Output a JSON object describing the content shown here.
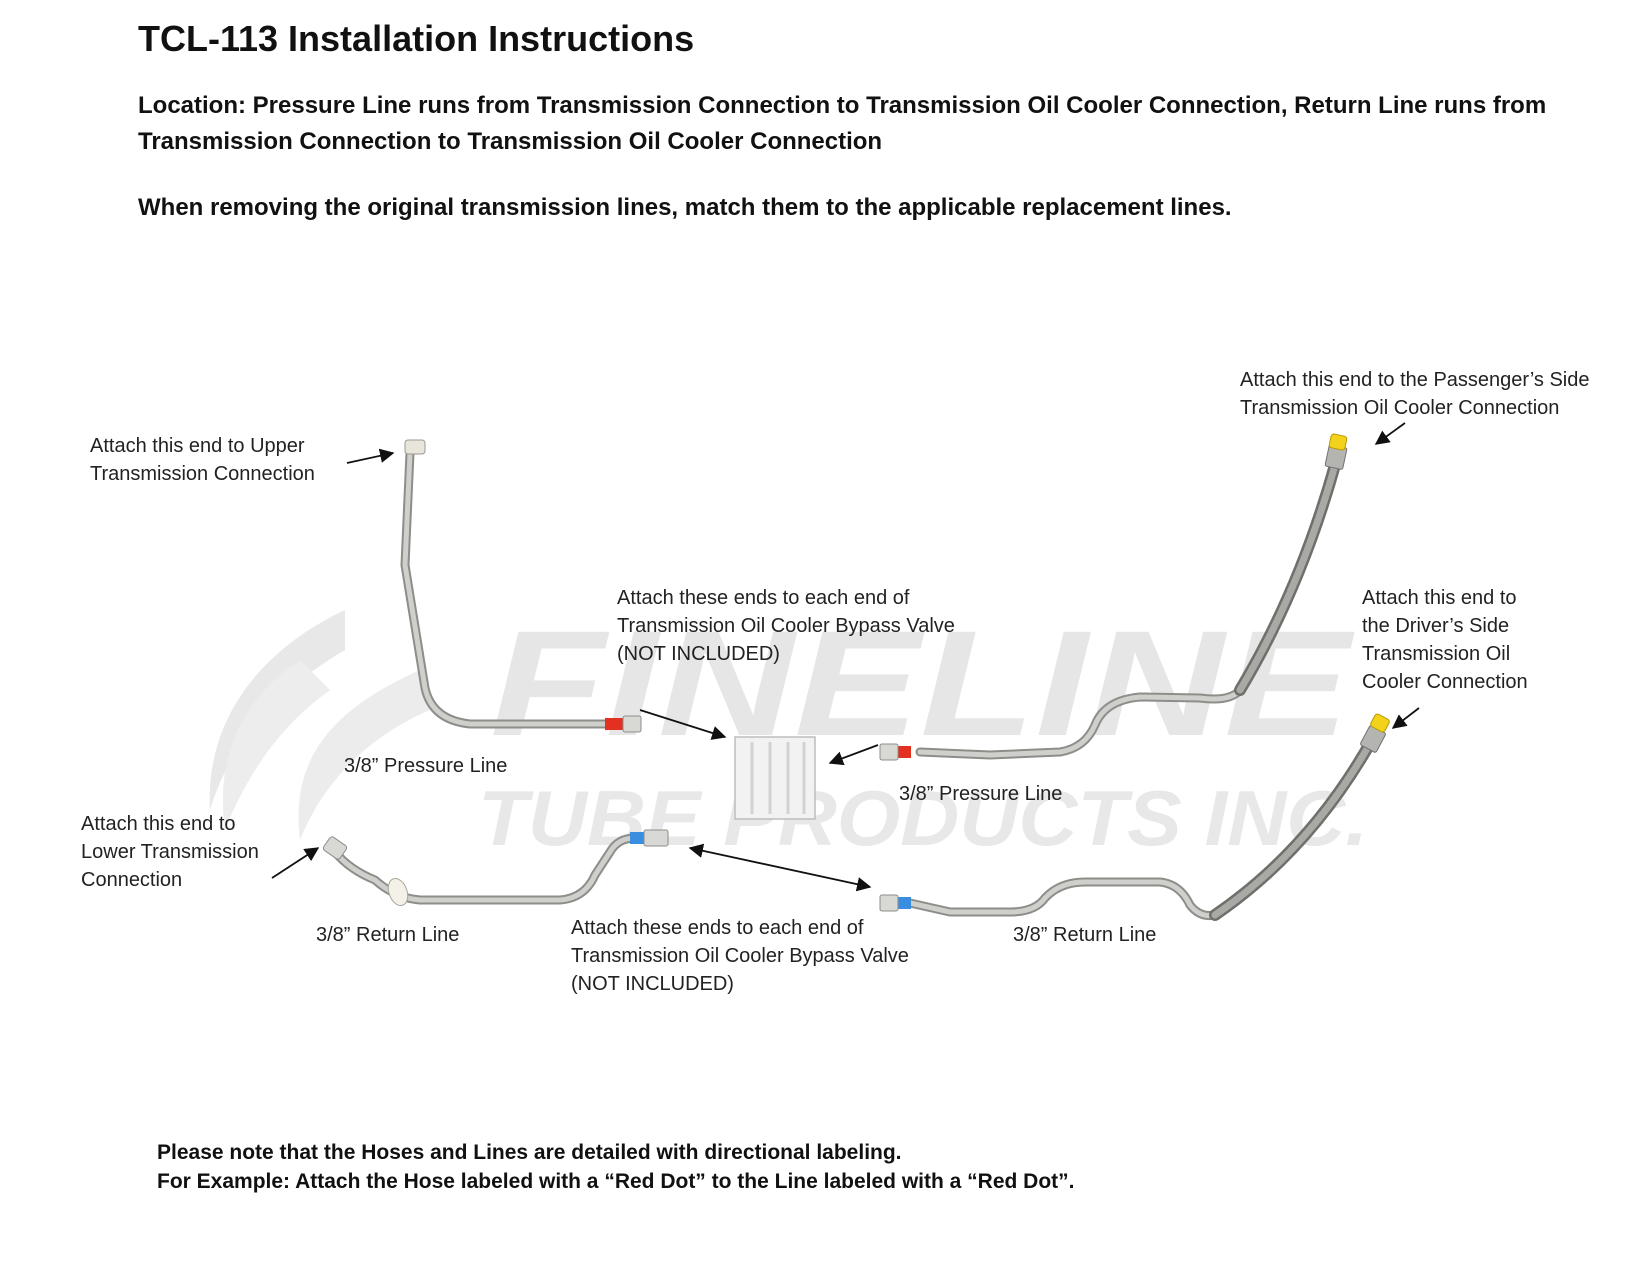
{
  "header": {
    "title": "TCL-113 Installation Instructions",
    "location": "Location: Pressure Line runs from Transmission Connection to Transmission Oil Cooler Connection, Return Line runs from Transmission Connection to Transmission Oil Cooler Connection",
    "instruction": "When removing the original transmission lines, match them to the applicable replacement lines."
  },
  "watermark": {
    "line1": "FINELINE",
    "line2": "TUBE PRODUCTS INC."
  },
  "labels": {
    "upper_trans": "Attach this end to Upper\nTransmission Connection",
    "lower_trans": "Attach this end to\nLower Transmission\nConnection",
    "bypass_top": "Attach these ends to each end of\nTransmission Oil Cooler Bypass Valve\n(NOT INCLUDED)",
    "bypass_bottom": "Attach these ends to each end of\nTransmission Oil Cooler Bypass Valve\n(NOT INCLUDED)",
    "passenger": "Attach this end to the Passenger’s Side\nTransmission Oil Cooler Connection",
    "driver": "Attach this end to\nthe Driver’s Side\nTransmission Oil\nCooler Connection",
    "pressure_left": "3/8” Pressure Line",
    "pressure_right": "3/8” Pressure Line",
    "return_left": "3/8” Return Line",
    "return_right": "3/8” Return Line"
  },
  "footer": {
    "line1": "Please note that the Hoses and Lines are detailed with directional labeling.",
    "line2": "For Example: Attach the Hose labeled with a “Red Dot” to the Line labeled with a “Red Dot”."
  },
  "colors": {
    "tube": "#b9bab6",
    "tube_edge": "#8d8e8a",
    "red_marker": "#e02020",
    "blue_marker": "#3a8ee0",
    "yellow_cap": "#f3d21c",
    "watermark": "#e4e4e4"
  }
}
